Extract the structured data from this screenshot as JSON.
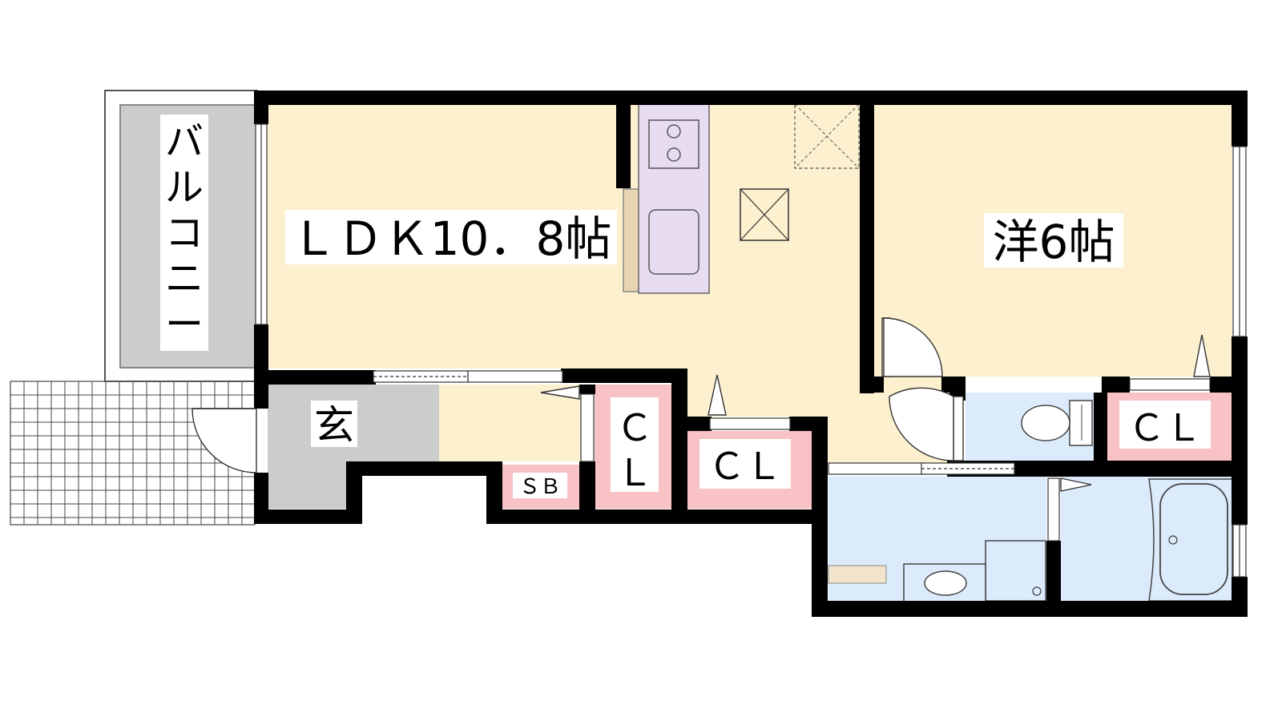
{
  "floorplan": {
    "rooms": {
      "ldk": "ＬＤＫ10．8帖",
      "western": "洋6帖",
      "balcony": [
        "バ",
        "ル",
        "コ",
        "ニ",
        "ー"
      ],
      "entrance": "玄",
      "shoe_box": "ＳＢ",
      "closet_tall": [
        "Ｃ",
        "Ｌ"
      ],
      "closet_mid": "ＣＬ",
      "closet_right": "ＣＬ"
    },
    "colors": {
      "living": "#fdf0cf",
      "balcony": "#cccccc",
      "closet": "#f9c2c4",
      "water": "#dcebfb",
      "kitchen": "#e8dcf1",
      "wall": "#000000"
    }
  }
}
